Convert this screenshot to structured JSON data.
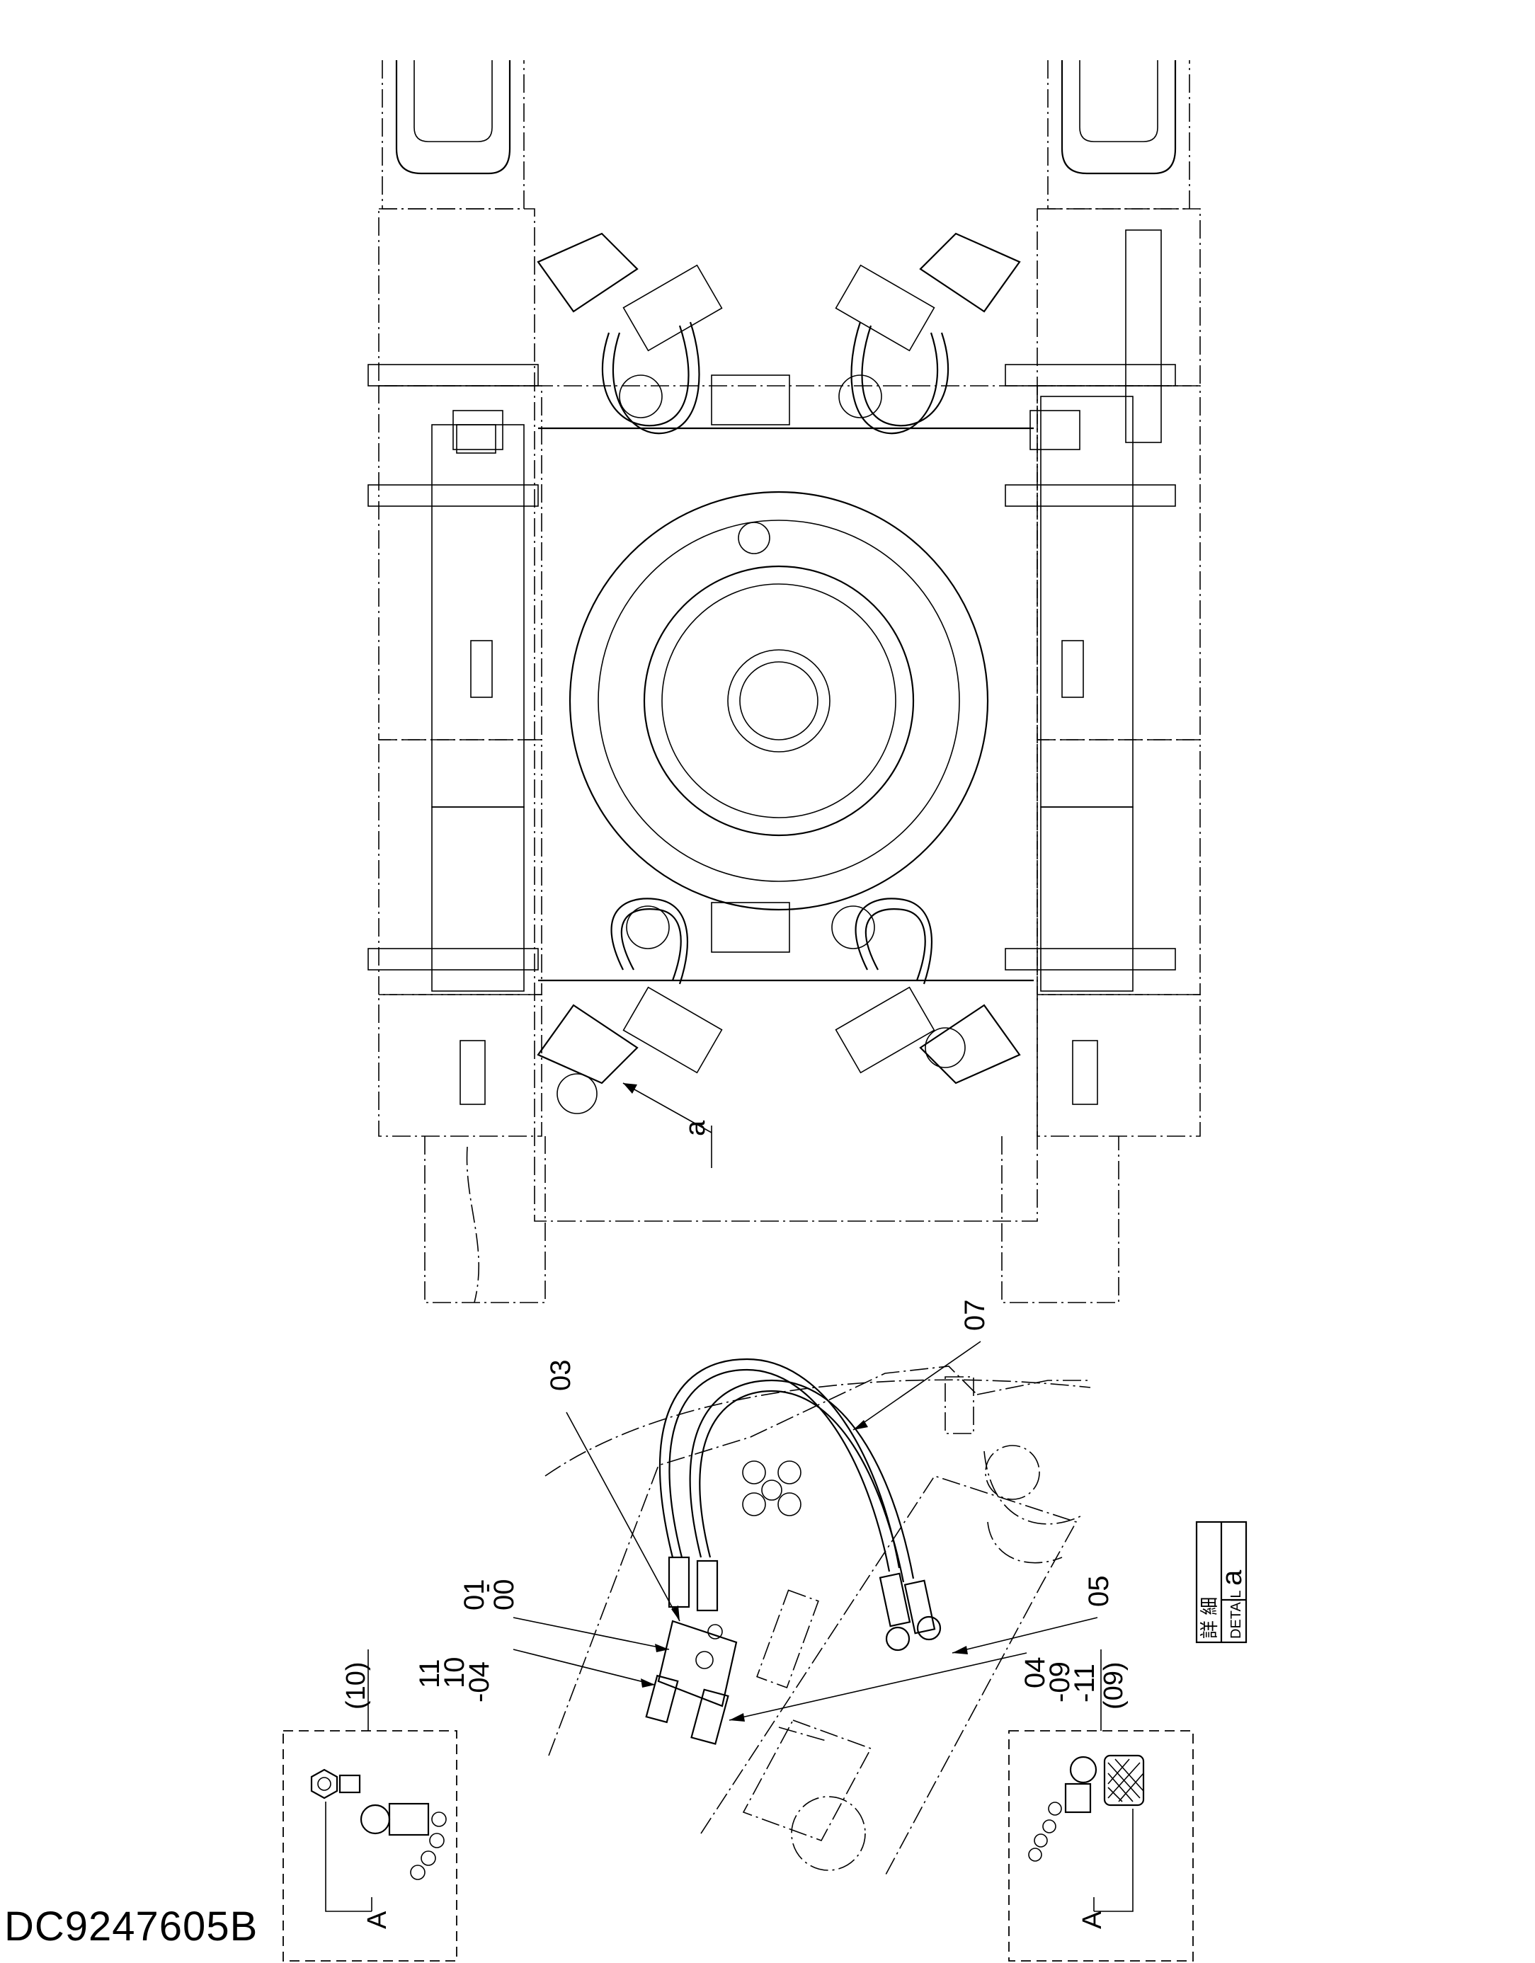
{
  "drawing_number": "DC9247605B",
  "detail_callout": "a",
  "detail_box": {
    "japanese": "詳 細",
    "english": "DETAIL",
    "letter": "a"
  },
  "part_labels": {
    "p03": "03",
    "p07": "07",
    "p05": "05",
    "p01_00": [
      "01",
      "-",
      "00"
    ],
    "p11_10_04": [
      "11",
      "10",
      "-04"
    ],
    "p04_09_11": [
      "04",
      "-09",
      "-11"
    ]
  },
  "inset_left": {
    "label": "(10)",
    "view_letter": "A"
  },
  "inset_right": {
    "label": "(09)",
    "view_letter": "A"
  }
}
